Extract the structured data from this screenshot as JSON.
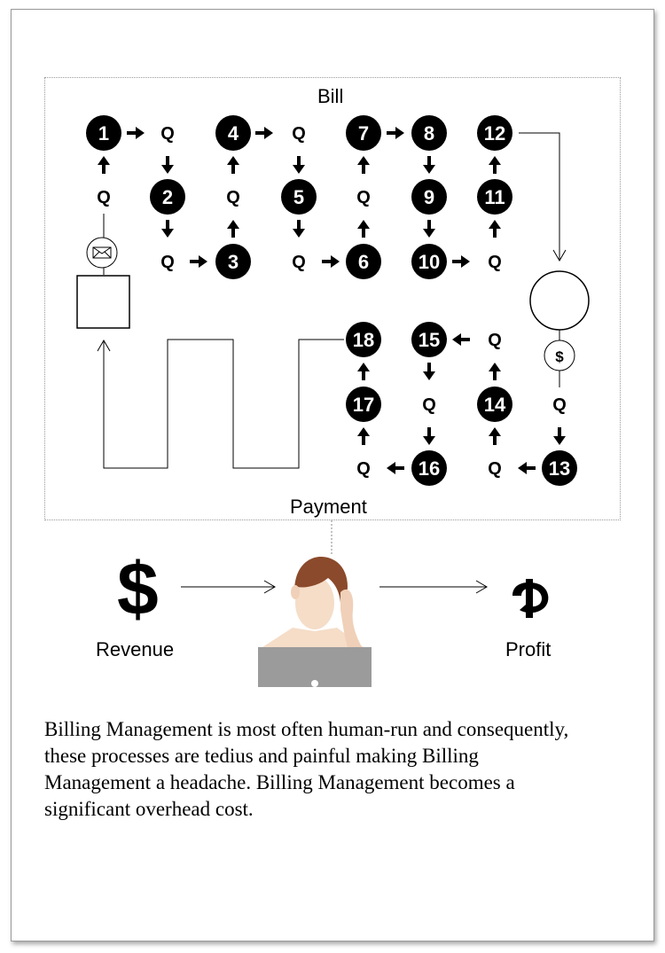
{
  "labels": {
    "bill": "Bill",
    "payment": "Payment",
    "revenue": "Revenue",
    "profit": "Profit"
  },
  "nodes": [
    {
      "id": "1",
      "label": "1"
    },
    {
      "id": "2",
      "label": "2"
    },
    {
      "id": "3",
      "label": "3"
    },
    {
      "id": "4",
      "label": "4"
    },
    {
      "id": "5",
      "label": "5"
    },
    {
      "id": "6",
      "label": "6"
    },
    {
      "id": "7",
      "label": "7"
    },
    {
      "id": "8",
      "label": "8"
    },
    {
      "id": "9",
      "label": "9"
    },
    {
      "id": "10",
      "label": "10"
    },
    {
      "id": "11",
      "label": "11"
    },
    {
      "id": "12",
      "label": "12"
    },
    {
      "id": "13",
      "label": "13"
    },
    {
      "id": "14",
      "label": "14"
    },
    {
      "id": "15",
      "label": "15"
    },
    {
      "id": "16",
      "label": "16"
    },
    {
      "id": "17",
      "label": "17"
    },
    {
      "id": "18",
      "label": "18"
    }
  ],
  "queue_label": "Q",
  "envelope_icon": "envelope-icon",
  "coin_symbol": "$",
  "revenue_symbol": "$",
  "caption": "Billing Management is most often human-run and consequently, these processes are tedius and painful making Billing Management a headache. Billing Management becomes a significant overhead cost."
}
